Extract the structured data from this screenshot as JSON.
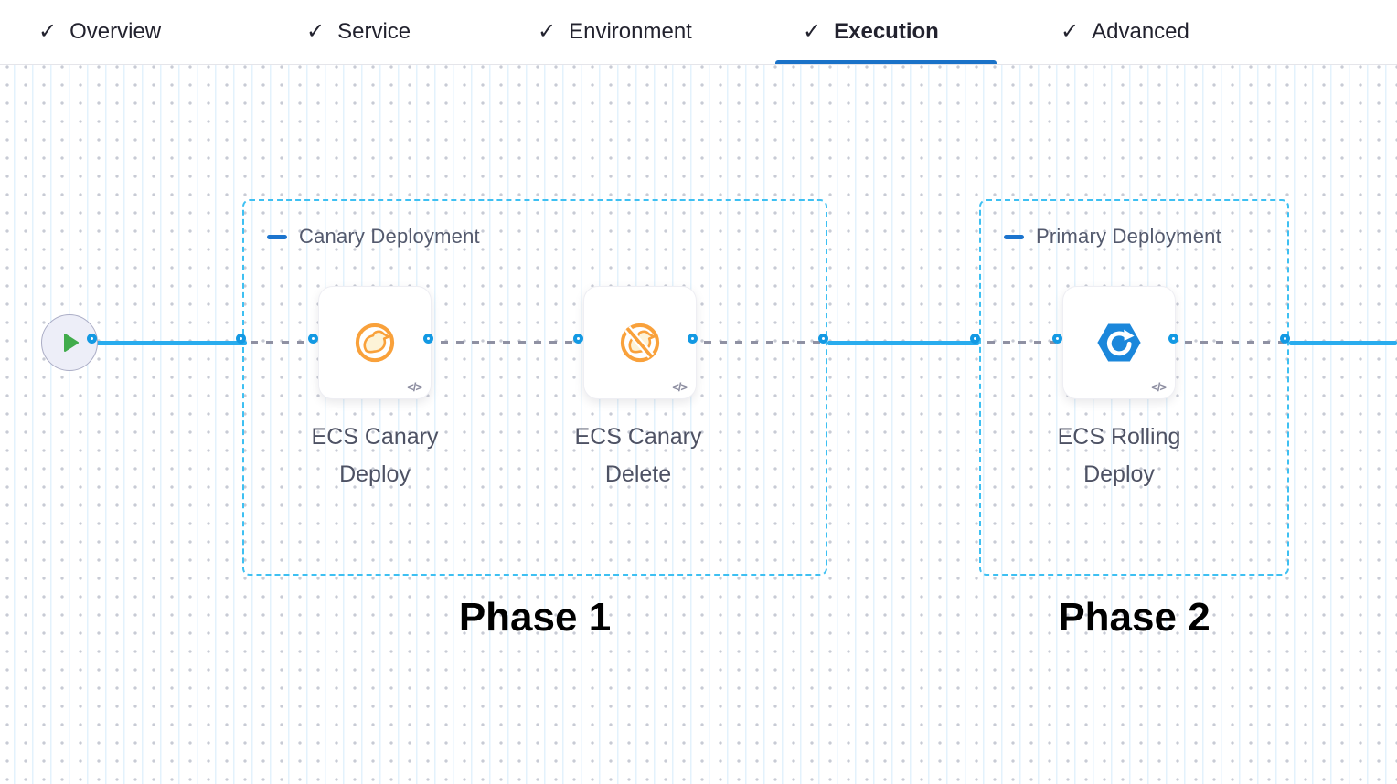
{
  "tabs": {
    "check_glyph": "✓",
    "items": [
      {
        "label": "Overview",
        "checked": true,
        "active": false
      },
      {
        "label": "Service",
        "checked": true,
        "active": false
      },
      {
        "label": "Environment",
        "checked": true,
        "active": false
      },
      {
        "label": "Execution",
        "checked": true,
        "active": true
      },
      {
        "label": "Advanced",
        "checked": true,
        "active": false
      }
    ]
  },
  "pipeline": {
    "start_node": {
      "icon": "play-icon"
    },
    "groups": [
      {
        "title": "Canary Deployment",
        "phase_label": "Phase 1",
        "steps": [
          {
            "name": "ECS Canary Deploy",
            "icon": "ecs-canary-deploy-icon",
            "code_badge": "</>"
          },
          {
            "name": "ECS Canary Delete",
            "icon": "ecs-canary-delete-icon",
            "code_badge": "</>"
          }
        ]
      },
      {
        "title": "Primary Deployment",
        "phase_label": "Phase 2",
        "steps": [
          {
            "name": "ECS Rolling Deploy",
            "icon": "ecs-rolling-deploy-icon",
            "code_badge": "</>"
          }
        ]
      }
    ],
    "colors": {
      "connector_blue": "#29ACEE",
      "node_ring_blue": "#1399E3",
      "group_border_cyan": "#3EC0F2",
      "dashed_gray": "#8F91A3",
      "canary_orange": "#F9A13B",
      "ecs_hexagon_blue": "#1B87DB",
      "active_tab_underline": "#1A72C8",
      "start_play_green": "#41AC4C"
    }
  }
}
